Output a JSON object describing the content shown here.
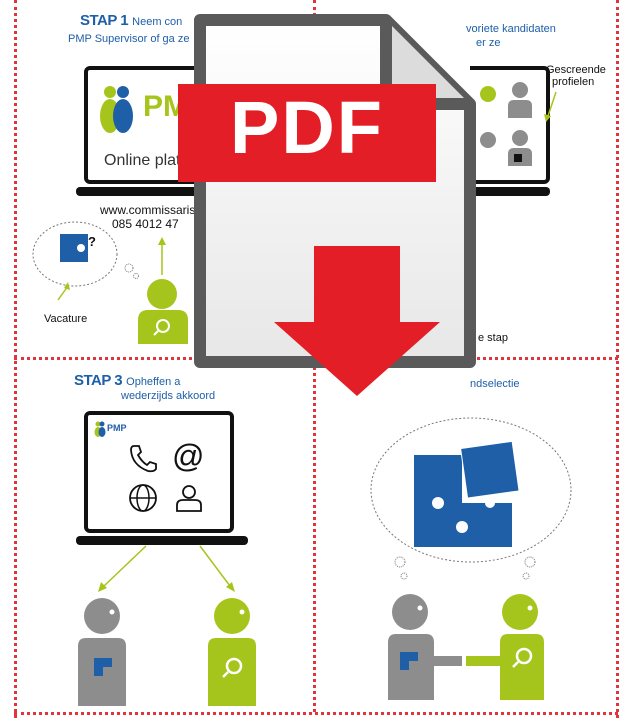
{
  "step1": {
    "number": "STAP 1",
    "text_line1": "Neem con",
    "text_line2": "PMP Supervisor of ga ze",
    "brand": "PM",
    "screen_text": "Online platf",
    "website": "www.commissarisv",
    "phone": "085 4012 47",
    "vacancy_label": "Vacature",
    "puzzle_mark": "?"
  },
  "step2": {
    "text_line1": "voriete kandidaten",
    "text_line2": "er ze",
    "screened_line1": "Gescreende",
    "screened_line2": "profielen",
    "bottom_text": "e stap"
  },
  "step3": {
    "number": "STAP 3",
    "text_line1": "Opheffen a",
    "text_line2": "wederzijds akkoord",
    "brand": "PMP"
  },
  "step4": {
    "text": "ndselectie"
  },
  "pdf_icon": {
    "label": "PDF"
  },
  "colors": {
    "blue": "#1e5fa8",
    "lime": "#a6c51c",
    "grey": "#8d8d8d",
    "red": "#e0353b",
    "pdf_red": "#e41e26"
  }
}
